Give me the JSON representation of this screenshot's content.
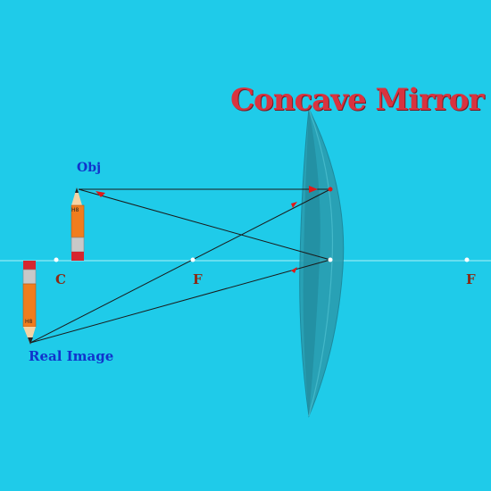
{
  "title": "Concave Mirror",
  "labels": {
    "object": "Obj",
    "image": "Real Image",
    "center": "C",
    "focus_left": "F",
    "focus_right": "F"
  },
  "colors": {
    "background": "#1fcbe9",
    "title": "#d9333f",
    "label_blue": "#1133cc",
    "label_brown": "#8a2a14",
    "ray": "#1a1a1a",
    "arrow": "#e01818",
    "mirror": "#2a9aad",
    "pencil_body": "#f07d1e",
    "pencil_eraser": "#d6262e"
  }
}
